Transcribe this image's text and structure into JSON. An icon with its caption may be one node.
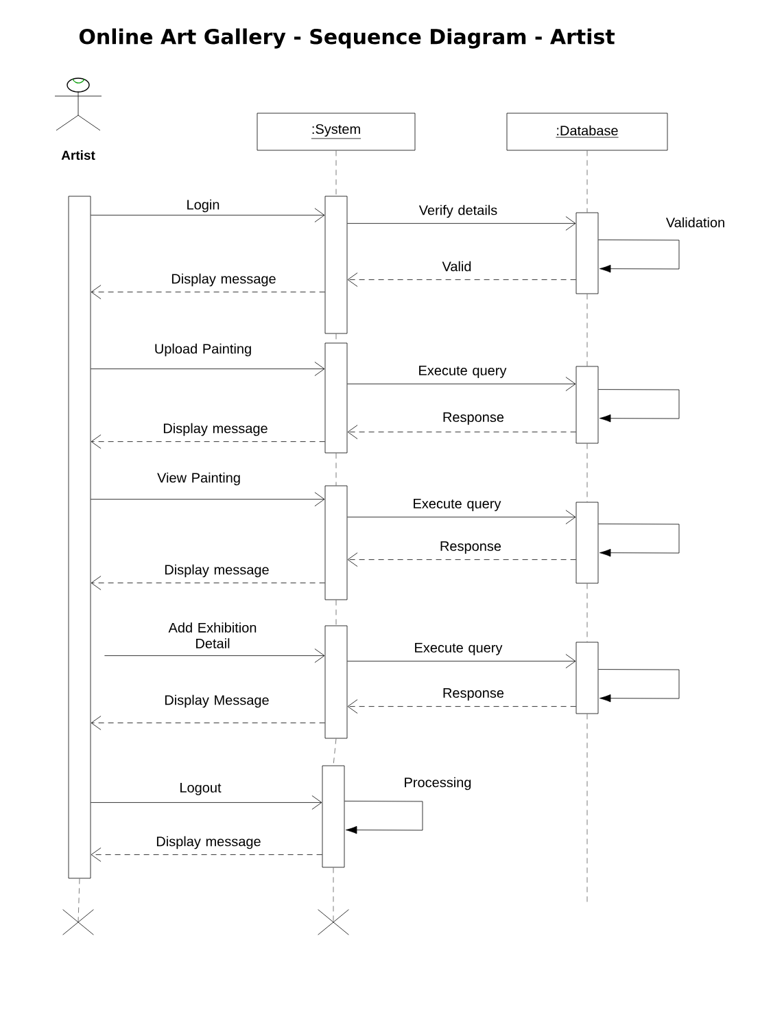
{
  "diagram": {
    "title": "Online Art Gallery - Sequence Diagram - Artist",
    "nodes": [
      {
        "text": [
          "Artist"
        ]
      },
      {
        "text": [
          ":System"
        ]
      },
      {
        "text": [
          ":Database"
        ]
      },
      {
        "text": [],
        "shape": "bar"
      },
      {
        "text": [],
        "shape": "bar"
      },
      {
        "text": [],
        "shape": "bar"
      },
      {
        "text": [],
        "shape": "bar"
      },
      {
        "text": [],
        "shape": "bar"
      },
      {
        "text": [],
        "shape": "bar"
      },
      {
        "text": [],
        "shape": "bar"
      },
      {
        "text": [],
        "shape": "bar"
      },
      {
        "text": [],
        "shape": "bar"
      },
      {
        "text": [],
        "shape": "bar"
      },
      {
        "text": [],
        "shape": "cross"
      },
      {
        "text": [],
        "shape": "cross"
      }
    ],
    "edges": [
      {
        "from": 3,
        "to": 4,
        "arrow": "to",
        "label": "Login"
      },
      {
        "from": 4,
        "to": 9,
        "arrow": "to",
        "label": "Verify details"
      },
      {
        "from": 9,
        "to": 9,
        "arrow": "to",
        "label": "Validation"
      },
      {
        "from": 9,
        "to": 4,
        "arrow": "to",
        "label": "Valid",
        "style": "dashed"
      },
      {
        "from": 4,
        "to": 3,
        "arrow": "to",
        "label": "Display message",
        "style": "dashed"
      },
      {
        "from": 3,
        "to": 5,
        "arrow": "to",
        "label": "Upload Painting"
      },
      {
        "from": 5,
        "to": 10,
        "arrow": "to",
        "label": "Execute query"
      },
      {
        "from": 10,
        "to": 10,
        "arrow": "to"
      },
      {
        "from": 10,
        "to": 5,
        "arrow": "to",
        "label": "Response",
        "style": "dashed"
      },
      {
        "from": 5,
        "to": 3,
        "arrow": "to",
        "label": "Display message",
        "style": "dashed"
      },
      {
        "from": 3,
        "to": 6,
        "arrow": "to",
        "label": "View Painting"
      },
      {
        "from": 6,
        "to": 11,
        "arrow": "to",
        "label": "Execute query"
      },
      {
        "from": 11,
        "to": 11,
        "arrow": "to"
      },
      {
        "from": 11,
        "to": 6,
        "arrow": "to",
        "label": "Response",
        "style": "dashed"
      },
      {
        "from": 6,
        "to": 3,
        "arrow": "to",
        "label": "Display message",
        "style": "dashed"
      },
      {
        "from": 3,
        "to": 7,
        "arrow": "to",
        "label": "Add Exhibition Detail"
      },
      {
        "from": 7,
        "to": 12,
        "arrow": "to",
        "label": "Execute query"
      },
      {
        "from": 12,
        "to": 12,
        "arrow": "to"
      },
      {
        "from": 12,
        "to": 7,
        "arrow": "to",
        "label": "Response",
        "style": "dashed"
      },
      {
        "from": 7,
        "to": 3,
        "arrow": "to",
        "label": "Display Message",
        "style": "dashed"
      },
      {
        "from": 3,
        "to": 8,
        "arrow": "to",
        "label": "Logout"
      },
      {
        "from": 8,
        "to": 8,
        "arrow": "to",
        "label": "Processing"
      },
      {
        "from": 8,
        "to": 3,
        "arrow": "to",
        "label": "Display message",
        "style": "dashed"
      },
      {
        "from": 1,
        "to": 4,
        "arrow": "none",
        "style": "dashed"
      },
      {
        "from": 4,
        "to": 5,
        "arrow": "none",
        "style": "dashed"
      },
      {
        "from": 5,
        "to": 6,
        "arrow": "none",
        "style": "dashed"
      },
      {
        "from": 6,
        "to": 7,
        "arrow": "none",
        "style": "dashed"
      },
      {
        "from": 7,
        "to": 8,
        "arrow": "none",
        "style": "dashed"
      },
      {
        "from": 8,
        "to": 14,
        "arrow": "none",
        "style": "dashed"
      },
      {
        "from": 2,
        "to": 9,
        "arrow": "none",
        "style": "dashed"
      },
      {
        "from": 9,
        "to": 10,
        "arrow": "none",
        "style": "dashed"
      },
      {
        "from": 10,
        "to": 11,
        "arrow": "none",
        "style": "dashed"
      },
      {
        "from": 11,
        "to": 12,
        "arrow": "none",
        "style": "dashed"
      },
      {
        "from": 12,
        "to": null,
        "arrow": "none",
        "style": "dashed"
      },
      {
        "from": 3,
        "to": 13,
        "arrow": "none",
        "style": "dashed"
      }
    ]
  }
}
